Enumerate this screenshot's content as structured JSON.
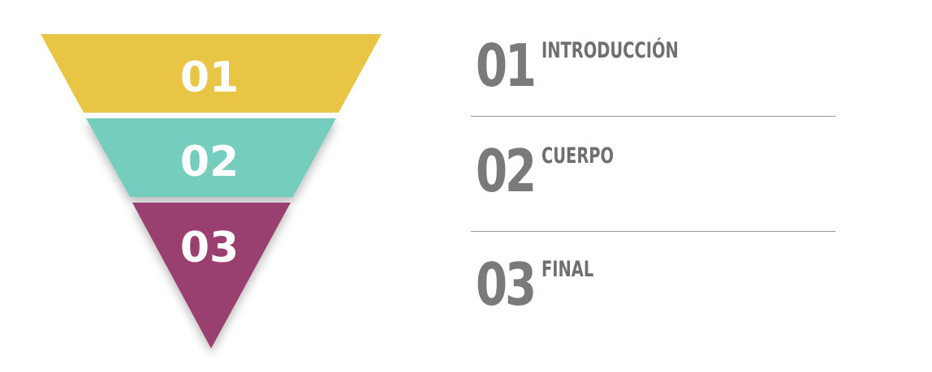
{
  "colors": {
    "yellow": "#E9C545",
    "teal": "#74CDBE",
    "purple": "#9A3F6F",
    "number_gray": "#7a7a7a",
    "divider": "#9a9a9a"
  },
  "funnel": {
    "levels": [
      {
        "number": "01",
        "color": "#E9C545"
      },
      {
        "number": "02",
        "color": "#74CDBE"
      },
      {
        "number": "03",
        "color": "#9A3F6F"
      }
    ]
  },
  "legend": {
    "items": [
      {
        "number": "01",
        "label": "INTRODUCCIÓN"
      },
      {
        "number": "02",
        "label": "CUERPO"
      },
      {
        "number": "03",
        "label": "FINAL"
      }
    ]
  }
}
